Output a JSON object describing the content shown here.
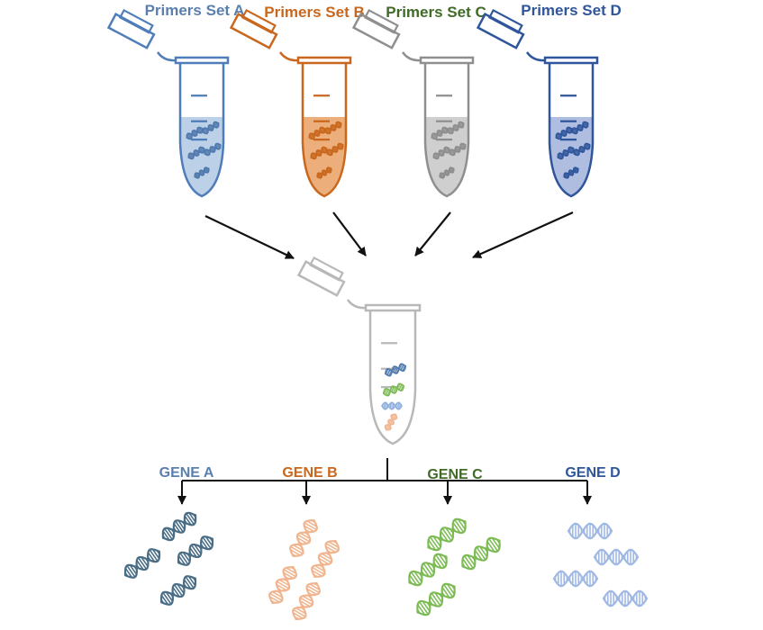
{
  "primer_sets": [
    {
      "label": "Primers Set A",
      "color": "#5a7fae",
      "fill": "#bcd0e8",
      "dna": "#4f78ad",
      "icon": "dna-icon"
    },
    {
      "label": "Primers Set B",
      "color": "#c8671d",
      "fill": "#ecae7a",
      "dna": "#c8671d",
      "icon": "dna-icon"
    },
    {
      "label": "Primers Set C",
      "color": "#3f6b26",
      "fill": "#cfcfcf",
      "dna": "#8d8d8d",
      "icon": "dna-icon"
    },
    {
      "label": "Primers Set D",
      "color": "#2f559b",
      "fill": "#aebde0",
      "dna": "#2f559b",
      "icon": "dna-icon"
    }
  ],
  "tube_colors": [
    "#4f7db9",
    "#c8671d",
    "#8f8f8f",
    "#2f559b"
  ],
  "mix_tube": {
    "color": "#b8b8b8",
    "dna_colors": [
      "#4f78ad",
      "#7dbb55",
      "#8fb0de",
      "#f0b58f"
    ]
  },
  "genes": [
    {
      "label": "GENE A",
      "color": "#5a7fae",
      "dna": "#4a6d86"
    },
    {
      "label": "GENE B",
      "color": "#c8671d",
      "dna": "#f0b58f"
    },
    {
      "label": "GENE C",
      "color": "#3f6b26",
      "dna": "#7dbb55"
    },
    {
      "label": "GENE D",
      "color": "#2f559b",
      "dna": "#9fb8e4"
    }
  ],
  "arrow_color": "#111111"
}
